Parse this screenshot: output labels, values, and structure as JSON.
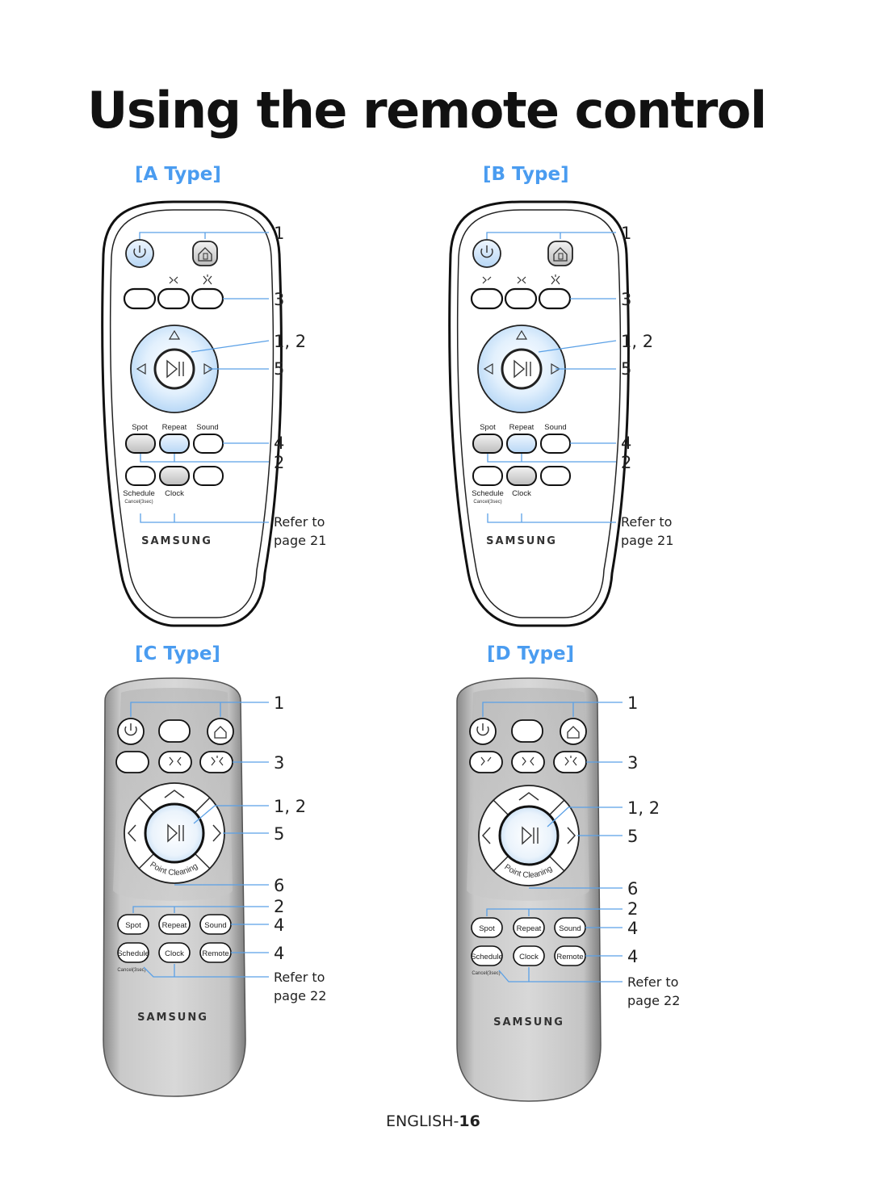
{
  "title": "Using the remote control",
  "footer": {
    "language": "ENGLISH-",
    "page": "16"
  },
  "brand": "SAMSUNG",
  "accent_color": "#4a9cf0",
  "callout_line_color": "#5aa0e6",
  "types": {
    "a": {
      "heading": "[A Type]",
      "callouts": {
        "power": "1",
        "fan": "3",
        "play": "1, 2",
        "arrows": "5",
        "top_row": "4",
        "repeat_clock": "2",
        "refer_1": "Refer to",
        "refer_2": "page 21"
      },
      "labels": {
        "spot": "Spot",
        "repeat": "Repeat",
        "sound": "Sound",
        "schedule": "Schedule",
        "clock": "Clock",
        "cancel": "Cancel(3sec)"
      }
    },
    "b": {
      "heading": "[B Type]",
      "callouts": {
        "power": "1",
        "fan": "3",
        "play": "1, 2",
        "arrows": "5",
        "top_row": "4",
        "repeat_clock": "2",
        "refer_1": "Refer to",
        "refer_2": "page 21"
      },
      "labels": {
        "spot": "Spot",
        "repeat": "Repeat",
        "sound": "Sound",
        "schedule": "Schedule",
        "clock": "Clock",
        "cancel": "Cancel(3sec)"
      }
    },
    "c": {
      "heading": "[C Type]",
      "callouts": {
        "power": "1",
        "fan": "3",
        "play": "1, 2",
        "arrows": "5",
        "point": "6",
        "repeat": "2",
        "row1": "4",
        "row2": "4",
        "refer_1": "Refer to",
        "refer_2": "page 22"
      },
      "labels": {
        "spot": "Spot",
        "repeat": "Repeat",
        "sound": "Sound",
        "schedule": "Schedule",
        "clock": "Clock",
        "remote": "Remote",
        "cancel": "Cancel(3sec)",
        "point_cleaning": "Point Cleaning"
      }
    },
    "d": {
      "heading": "[D Type]",
      "callouts": {
        "power": "1",
        "fan": "3",
        "play": "1, 2",
        "arrows": "5",
        "point": "6",
        "repeat": "2",
        "row1": "4",
        "row2": "4",
        "refer_1": "Refer to",
        "refer_2": "page 22"
      },
      "labels": {
        "spot": "Spot",
        "repeat": "Repeat",
        "sound": "Sound",
        "schedule": "Schedule",
        "clock": "Clock",
        "remote": "Remote",
        "cancel": "Cancel(3sec)",
        "point_cleaning": "Point Cleaning"
      }
    }
  }
}
